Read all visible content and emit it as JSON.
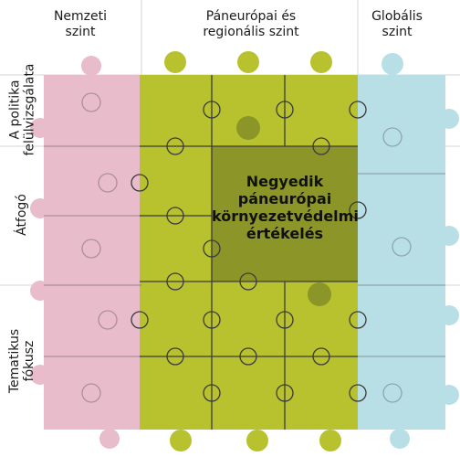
{
  "columns": {
    "national": "Nemzeti\nszint",
    "paneuropean": "Páneurópai és\nregionális szint",
    "global": "Globális\nszint"
  },
  "rows": {
    "policy_review": "A politika\nfelülvizsgálata",
    "overarching": "Átfogó",
    "thematic": "Tematikus fókusz"
  },
  "center": {
    "label": "Negyedik\npáneurópai\nkörnyezetvédelmi\nértékelés"
  },
  "colors": {
    "national": "#e8bccb",
    "paneuropean": "#b8c22e",
    "global": "#b9dfe6",
    "center": "#8c9628",
    "guide_lines": "#d6d6d6",
    "piece_lines": "#3b3b3b"
  }
}
